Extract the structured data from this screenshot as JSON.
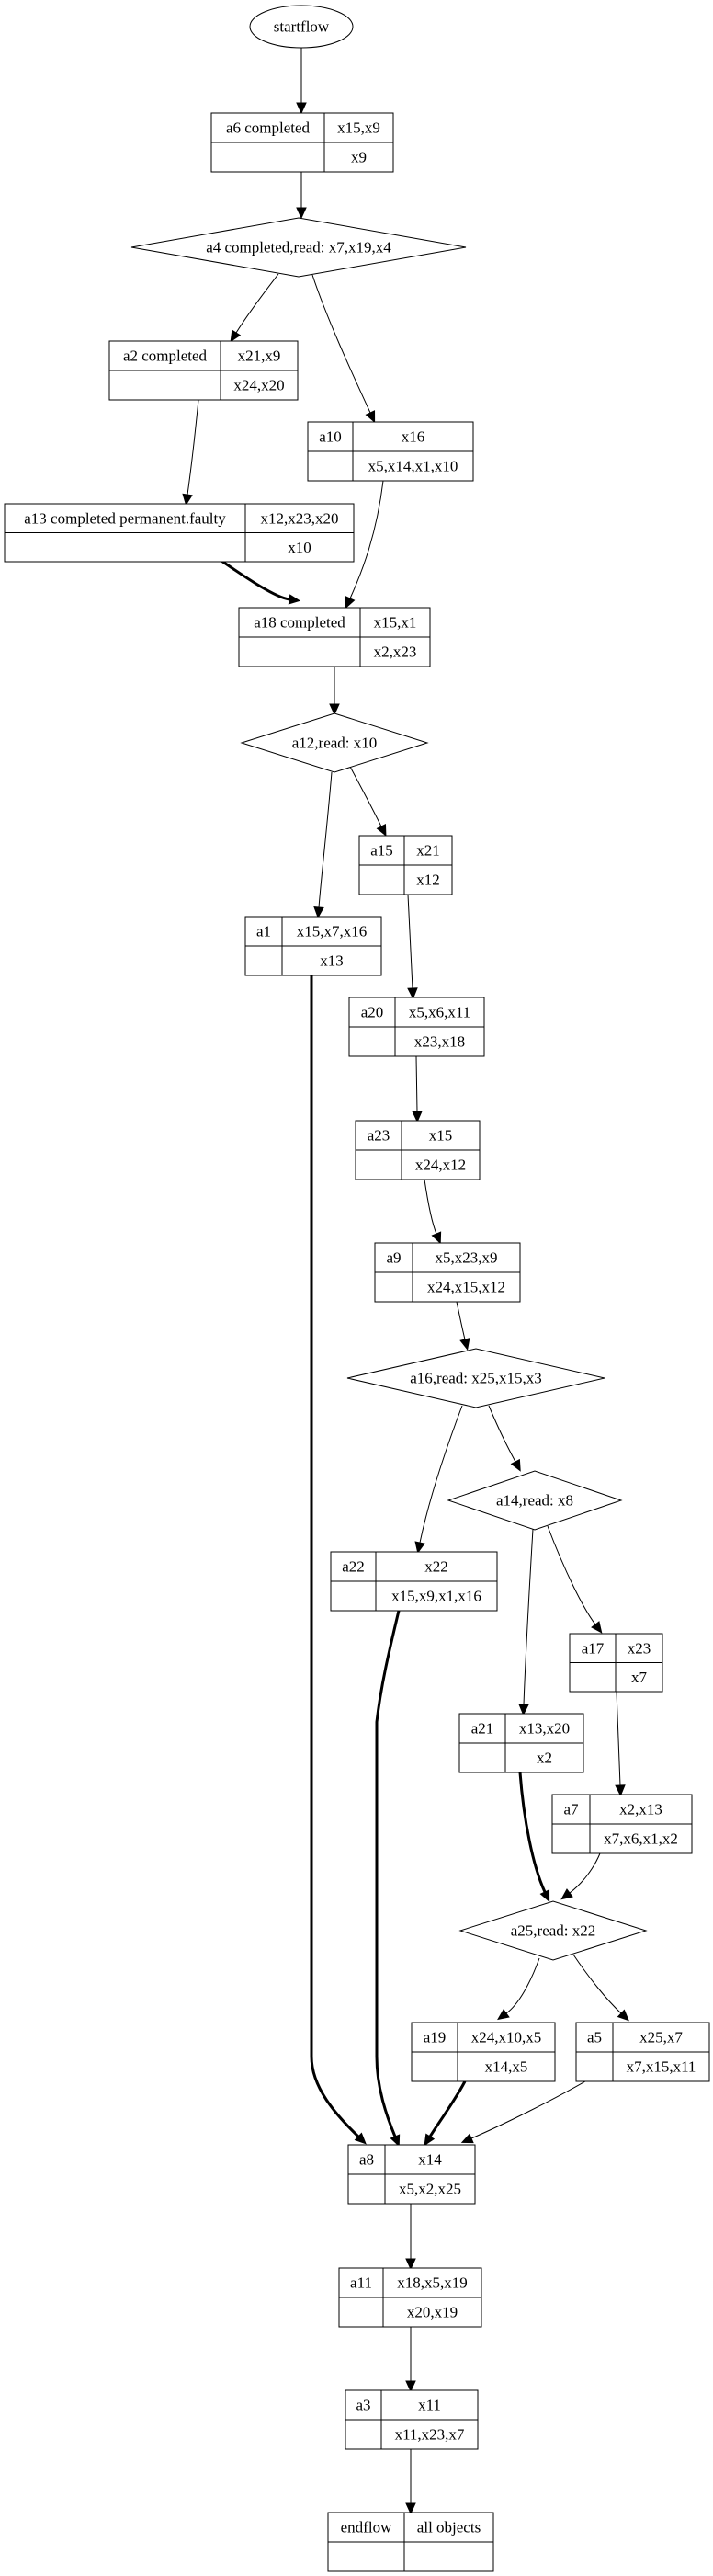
{
  "diagram": {
    "type": "workflow-graph",
    "colors": {
      "stroke": "#000000",
      "fill": "#ffffff",
      "text": "#000000"
    },
    "nodes": [
      {
        "id": "startflow",
        "shape": "ellipse",
        "label": "startflow"
      },
      {
        "id": "a6",
        "shape": "record",
        "name": "a6 completed",
        "top": "x15,x9",
        "bottom": "x9"
      },
      {
        "id": "a4",
        "shape": "diamond",
        "label": "a4 completed,read: x7,x19,x4"
      },
      {
        "id": "a2",
        "shape": "record",
        "name": "a2 completed",
        "top": "x21,x9",
        "bottom": "x24,x20"
      },
      {
        "id": "a10",
        "shape": "record",
        "name": "a10",
        "top": "x16",
        "bottom": "x5,x14,x1,x10"
      },
      {
        "id": "a13",
        "shape": "record",
        "name": "a13 completed permanent.faulty",
        "top": "x12,x23,x20",
        "bottom": "x10"
      },
      {
        "id": "a18",
        "shape": "record",
        "name": "a18 completed",
        "top": "x15,x1",
        "bottom": "x2,x23"
      },
      {
        "id": "a12",
        "shape": "diamond",
        "label": "a12,read: x10"
      },
      {
        "id": "a15",
        "shape": "record",
        "name": "a15",
        "top": "x21",
        "bottom": "x12"
      },
      {
        "id": "a1",
        "shape": "record",
        "name": "a1",
        "top": "x15,x7,x16",
        "bottom": "x13"
      },
      {
        "id": "a20",
        "shape": "record",
        "name": "a20",
        "top": "x5,x6,x11",
        "bottom": "x23,x18"
      },
      {
        "id": "a23",
        "shape": "record",
        "name": "a23",
        "top": "x15",
        "bottom": "x24,x12"
      },
      {
        "id": "a9",
        "shape": "record",
        "name": "a9",
        "top": "x5,x23,x9",
        "bottom": "x24,x15,x12"
      },
      {
        "id": "a16",
        "shape": "diamond",
        "label": "a16,read: x25,x15,x3"
      },
      {
        "id": "a14",
        "shape": "diamond",
        "label": "a14,read: x8"
      },
      {
        "id": "a22",
        "shape": "record",
        "name": "a22",
        "top": "x22",
        "bottom": "x15,x9,x1,x16"
      },
      {
        "id": "a17",
        "shape": "record",
        "name": "a17",
        "top": "x23",
        "bottom": "x7"
      },
      {
        "id": "a21",
        "shape": "record",
        "name": "a21",
        "top": "x13,x20",
        "bottom": "x2"
      },
      {
        "id": "a7",
        "shape": "record",
        "name": "a7",
        "top": "x2,x13",
        "bottom": "x7,x6,x1,x2"
      },
      {
        "id": "a25",
        "shape": "diamond",
        "label": "a25,read: x22"
      },
      {
        "id": "a19",
        "shape": "record",
        "name": "a19",
        "top": "x24,x10,x5",
        "bottom": "x14,x5"
      },
      {
        "id": "a5",
        "shape": "record",
        "name": "a5",
        "top": "x25,x7",
        "bottom": "x7,x15,x11"
      },
      {
        "id": "a8",
        "shape": "record",
        "name": "a8",
        "top": "x14",
        "bottom": "x5,x2,x25"
      },
      {
        "id": "a11",
        "shape": "record",
        "name": "a11",
        "top": "x18,x5,x19",
        "bottom": "x20,x19"
      },
      {
        "id": "a3",
        "shape": "record",
        "name": "a3",
        "top": "x11",
        "bottom": "x11,x23,x7"
      },
      {
        "id": "endflow",
        "shape": "record",
        "name": "endflow",
        "top": "all objects",
        "bottom": ""
      }
    ],
    "edges": [
      {
        "from": "startflow",
        "to": "a6",
        "bold": false
      },
      {
        "from": "a6",
        "to": "a4",
        "bold": false
      },
      {
        "from": "a4",
        "to": "a2",
        "bold": false
      },
      {
        "from": "a4",
        "to": "a10",
        "bold": false
      },
      {
        "from": "a2",
        "to": "a13",
        "bold": false
      },
      {
        "from": "a13",
        "to": "a18",
        "bold": true
      },
      {
        "from": "a10",
        "to": "a18",
        "bold": false
      },
      {
        "from": "a18",
        "to": "a12",
        "bold": false
      },
      {
        "from": "a12",
        "to": "a1",
        "bold": false
      },
      {
        "from": "a12",
        "to": "a15",
        "bold": false
      },
      {
        "from": "a15",
        "to": "a20",
        "bold": false
      },
      {
        "from": "a20",
        "to": "a23",
        "bold": false
      },
      {
        "from": "a23",
        "to": "a9",
        "bold": false
      },
      {
        "from": "a9",
        "to": "a16",
        "bold": false
      },
      {
        "from": "a16",
        "to": "a22",
        "bold": false
      },
      {
        "from": "a16",
        "to": "a14",
        "bold": false
      },
      {
        "from": "a14",
        "to": "a21",
        "bold": false
      },
      {
        "from": "a14",
        "to": "a17",
        "bold": false
      },
      {
        "from": "a17",
        "to": "a7",
        "bold": false
      },
      {
        "from": "a21",
        "to": "a25",
        "bold": true
      },
      {
        "from": "a7",
        "to": "a25",
        "bold": false
      },
      {
        "from": "a25",
        "to": "a19",
        "bold": false
      },
      {
        "from": "a25",
        "to": "a5",
        "bold": false
      },
      {
        "from": "a1",
        "to": "a8",
        "bold": true
      },
      {
        "from": "a22",
        "to": "a8",
        "bold": true
      },
      {
        "from": "a19",
        "to": "a8",
        "bold": true
      },
      {
        "from": "a5",
        "to": "a8",
        "bold": false
      },
      {
        "from": "a8",
        "to": "a11",
        "bold": false
      },
      {
        "from": "a11",
        "to": "a3",
        "bold": false
      },
      {
        "from": "a3",
        "to": "endflow",
        "bold": false
      }
    ]
  }
}
